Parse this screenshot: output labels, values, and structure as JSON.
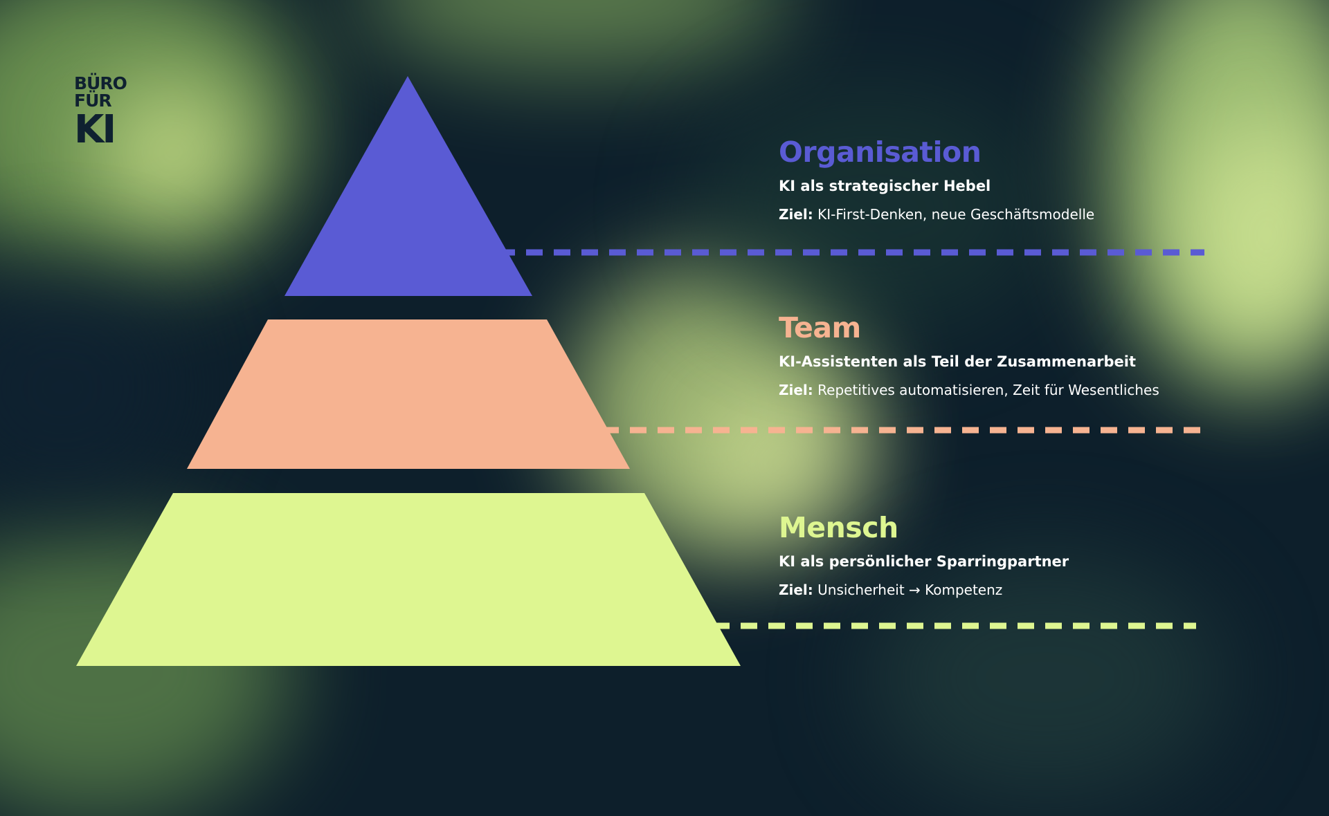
{
  "logo": {
    "line1": "BÜRO",
    "line2": "FÜR",
    "line3": "KI"
  },
  "colors": {
    "background": "#0d1f2b",
    "glow": "#d9f48a",
    "organisation": "#5a5bd4",
    "team": "#f6b391",
    "mensch": "#def691",
    "text": "#ffffff"
  },
  "levels": [
    {
      "id": "organisation",
      "title": "Organisation",
      "subtitle": "KI als strategischer Hebel",
      "goal_label": "Ziel:",
      "goal_text": "KI-First-Denken, neue Geschäftsmodelle"
    },
    {
      "id": "team",
      "title": "Team",
      "subtitle": "KI-Assistenten als Teil der Zusammenarbeit",
      "goal_label": "Ziel:",
      "goal_text": "Repetitives automatisieren, Zeit für Wesentliches"
    },
    {
      "id": "mensch",
      "title": "Mensch",
      "subtitle": "KI als persönlicher Sparringpartner",
      "goal_label": "Ziel:",
      "goal_text": "Unsicherheit → Kompetenz"
    }
  ]
}
